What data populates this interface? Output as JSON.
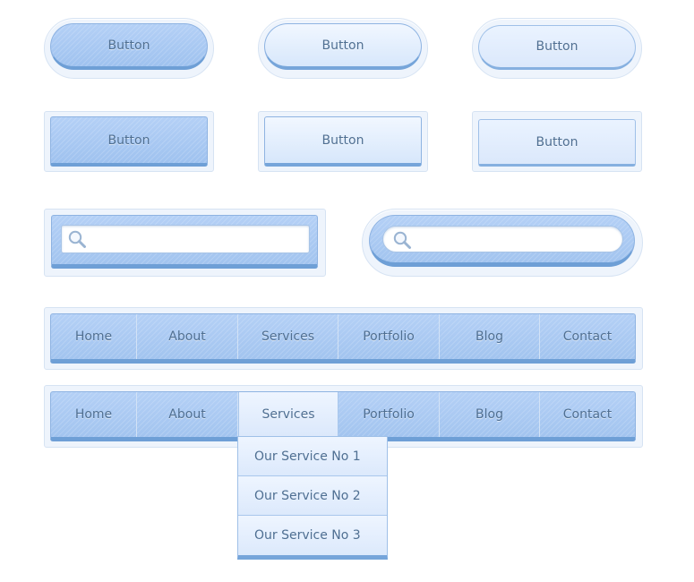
{
  "buttons": {
    "row1": [
      "Button",
      "Button",
      "Button"
    ],
    "row2": [
      "Button",
      "Button",
      "Button"
    ]
  },
  "search": {
    "rect_placeholder": "",
    "pill_placeholder": "",
    "icon": "search-icon"
  },
  "nav1": {
    "items": [
      "Home",
      "About",
      "Services",
      "Portfolio",
      "Blog",
      "Contact"
    ]
  },
  "nav2": {
    "items": [
      "Home",
      "About",
      "Services",
      "Portfolio",
      "Blog",
      "Contact"
    ],
    "active": "Services",
    "dropdown": [
      "Our Service No 1",
      "Our Service No 2",
      "Our Service No 3"
    ]
  },
  "colors": {
    "accent_dark": "#9fc2ef",
    "accent_light": "#dbe8fb",
    "border": "#6e9fd6",
    "text": "#4f6f92"
  }
}
